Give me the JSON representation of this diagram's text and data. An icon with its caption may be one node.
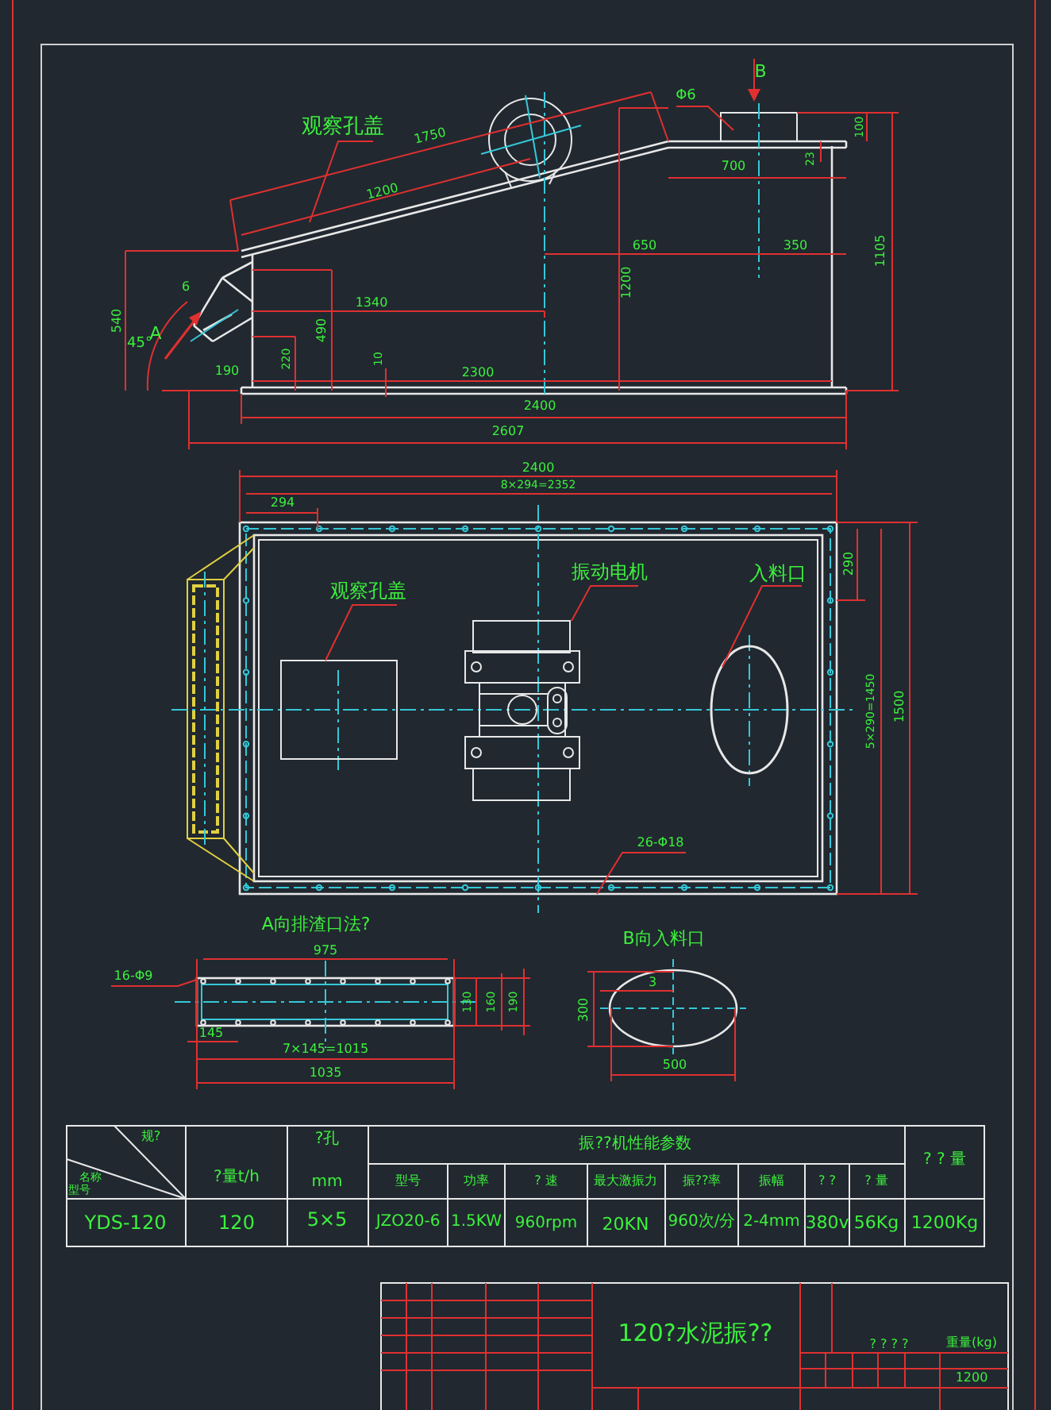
{
  "diagram": {
    "nodes": [
      {
        "text": [
          "观察孔盖"
        ]
      },
      {
        "text": [
          "Φ6"
        ]
      },
      {
        "text": [
          "观察孔盖"
        ]
      },
      {
        "text": [],
        "shape": "box"
      },
      {
        "text": [
          "振动电机"
        ]
      },
      {
        "text": [],
        "shape": "picture"
      },
      {
        "text": [
          "入料口"
        ]
      },
      {
        "text": [],
        "shape": "circle"
      },
      {
        "text": [
          "26-Φ18"
        ]
      },
      {
        "text": [
          "16-Φ9"
        ]
      }
    ],
    "edges": [
      {
        "from": 0,
        "to": null,
        "arrow": "none"
      },
      {
        "from": 1,
        "to": null,
        "arrow": "none"
      },
      {
        "from": 2,
        "to": 3,
        "arrow": "none"
      },
      {
        "from": 4,
        "to": 5,
        "arrow": "none"
      },
      {
        "from": 6,
        "to": 7,
        "arrow": "none"
      },
      {
        "from": 8,
        "to": null,
        "arrow": "none"
      },
      {
        "from": 9,
        "to": null,
        "arrow": "none"
      }
    ],
    "labels": [
      "B",
      "1750",
      "1200",
      "100",
      "23",
      "700",
      "650",
      "350",
      "1105",
      "1200",
      "540",
      "45°",
      "A",
      "6",
      "1340",
      "490",
      "190",
      "220",
      "10",
      "2300",
      "2400",
      "2607",
      "2400",
      "8×294=2352",
      "294",
      "290",
      "5×290=1450",
      "1500",
      "A向排渣口法?",
      "975",
      "130",
      "160",
      "190",
      "145",
      "7×145=1015",
      "1035",
      "B向入料口",
      "3",
      "300",
      "500",
      "名称",
      "规?",
      "型号",
      "?量t/h",
      "?孔",
      "mm",
      "振??机性能参数",
      "? ? 量",
      "型号",
      "功率",
      "? 速",
      "最大激振力",
      "振??率",
      "振幅",
      "? ?",
      "? 量",
      "YDS-120",
      "120",
      "5×5",
      "JZO20-6",
      "1.5KW",
      "960rpm",
      "20KN",
      "960次/分",
      "2-4mm",
      "380v",
      "56Kg",
      "1200Kg",
      "120?水泥振??",
      "? ? ? ?",
      "重量(kg)",
      "1200"
    ]
  }
}
